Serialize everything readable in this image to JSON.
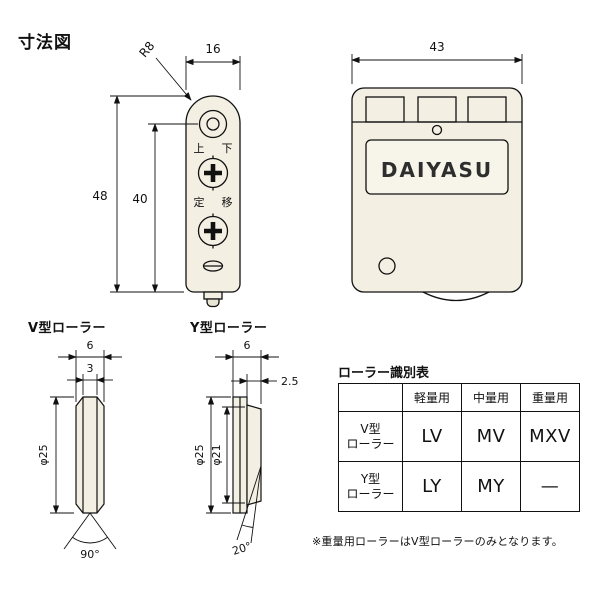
{
  "page": {
    "title": "寸法図"
  },
  "front_view": {
    "dim_width": "16",
    "dim_height_outer": "48",
    "dim_height_inner": "40",
    "radius_label": "R8",
    "mark_up": "上",
    "mark_down": "下",
    "mark_fix": "定",
    "mark_move": "移"
  },
  "side_view": {
    "dim_width": "43",
    "brand": "DAIYASU"
  },
  "v_roller": {
    "label": "V型ローラー",
    "dim_width": "6",
    "dim_edge": "3",
    "dim_diameter": "φ25",
    "groove_angle": "90°"
  },
  "y_roller": {
    "label": "Y型ローラー",
    "dim_width": "6",
    "dim_flange": "2.5",
    "dim_diameter_outer": "φ25",
    "dim_diameter_inner": "φ21",
    "taper_angle": "20°"
  },
  "table": {
    "title": "ローラー識別表",
    "col_headers": [
      "軽量用",
      "中量用",
      "重量用"
    ],
    "rows": [
      {
        "label_line1": "V型",
        "label_line2": "ローラー",
        "values": [
          "LV",
          "MV",
          "MXV"
        ]
      },
      {
        "label_line1": "Y型",
        "label_line2": "ローラー",
        "values": [
          "LY",
          "MY",
          "—"
        ]
      }
    ]
  },
  "note": "※重量用ローラーはV型ローラーのみとなります。"
}
